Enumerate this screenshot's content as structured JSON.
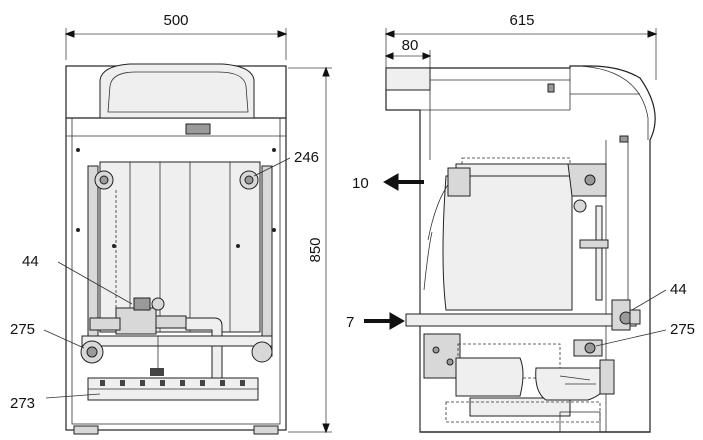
{
  "dimensions": {
    "front_width": "500",
    "side_depth": "615",
    "height": "850",
    "side_offset": "80"
  },
  "callouts": {
    "front_246": "246",
    "front_44": "44",
    "front_275": "275",
    "front_273": "273",
    "side_10": "10",
    "side_7": "7",
    "side_44": "44",
    "side_275": "275"
  }
}
